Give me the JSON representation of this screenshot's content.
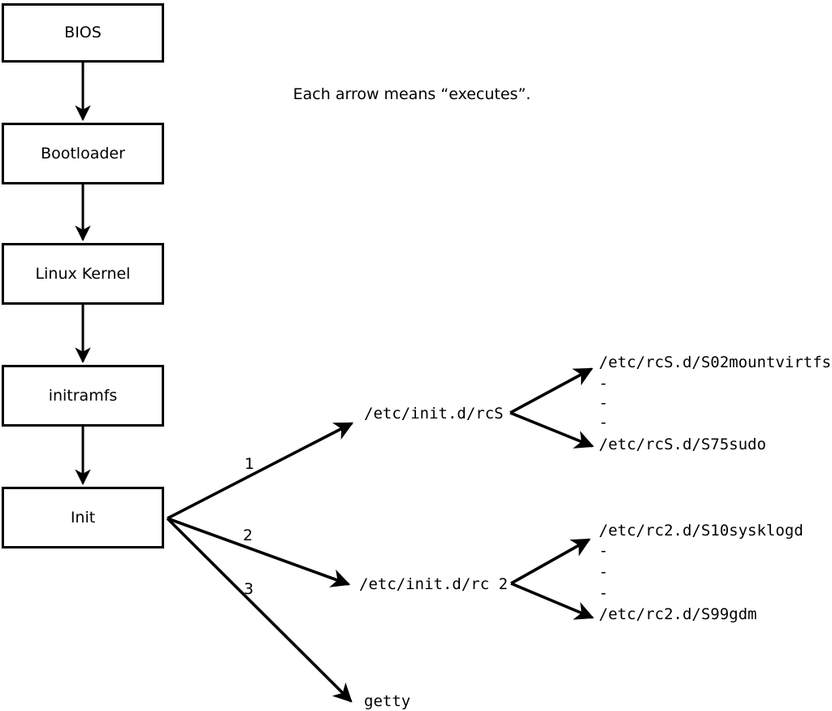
{
  "note": "Each arrow means “executes”.",
  "boot_chain": {
    "boxes": [
      {
        "label": "BIOS"
      },
      {
        "label": "Bootloader"
      },
      {
        "label": "Linux Kernel"
      },
      {
        "label": "initramfs"
      },
      {
        "label": "Init"
      }
    ]
  },
  "init_branches": [
    {
      "order": "1",
      "target": "/etc/init.d/rcS",
      "children": [
        "/etc/rcS.d/S02mountvirtfs",
        "-",
        "-",
        "-",
        "/etc/rcS.d/S75sudo"
      ]
    },
    {
      "order": "2",
      "target": "/etc/init.d/rc 2",
      "children": [
        "/etc/rc2.d/S10sysklogd",
        "-",
        "-",
        "-",
        "/etc/rc2.d/S99gdm"
      ]
    },
    {
      "order": "3",
      "target": "getty",
      "children": []
    }
  ],
  "colors": {
    "line": "#000000",
    "background": "#ffffff"
  }
}
